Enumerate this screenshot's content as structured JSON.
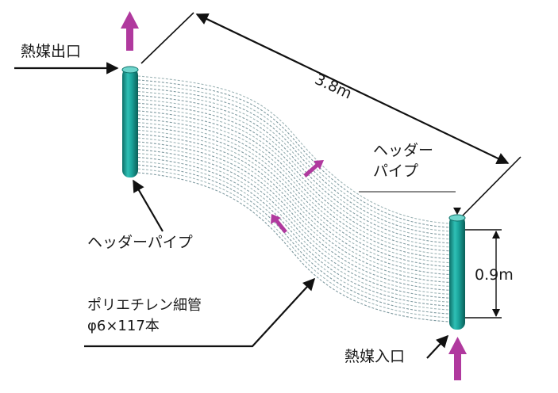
{
  "labels": {
    "outlet": "熱媒出口",
    "inlet": "熱媒入口",
    "header_left": "ヘッダーパイプ",
    "header_right_line1": "ヘッダー",
    "header_right_line2": "パイプ",
    "tubes_line1": "ポリエチレン細管",
    "tubes_line2": "φ6×117本",
    "length": "3.8m",
    "height": "0.9m"
  },
  "colors": {
    "pipe": "#1aa39a",
    "pipe_dark": "#0d6f68",
    "pipe_light": "#6fd6cd",
    "flow_arrow": "#b0399e",
    "tube": "#8a9aa0",
    "line": "#111111"
  }
}
